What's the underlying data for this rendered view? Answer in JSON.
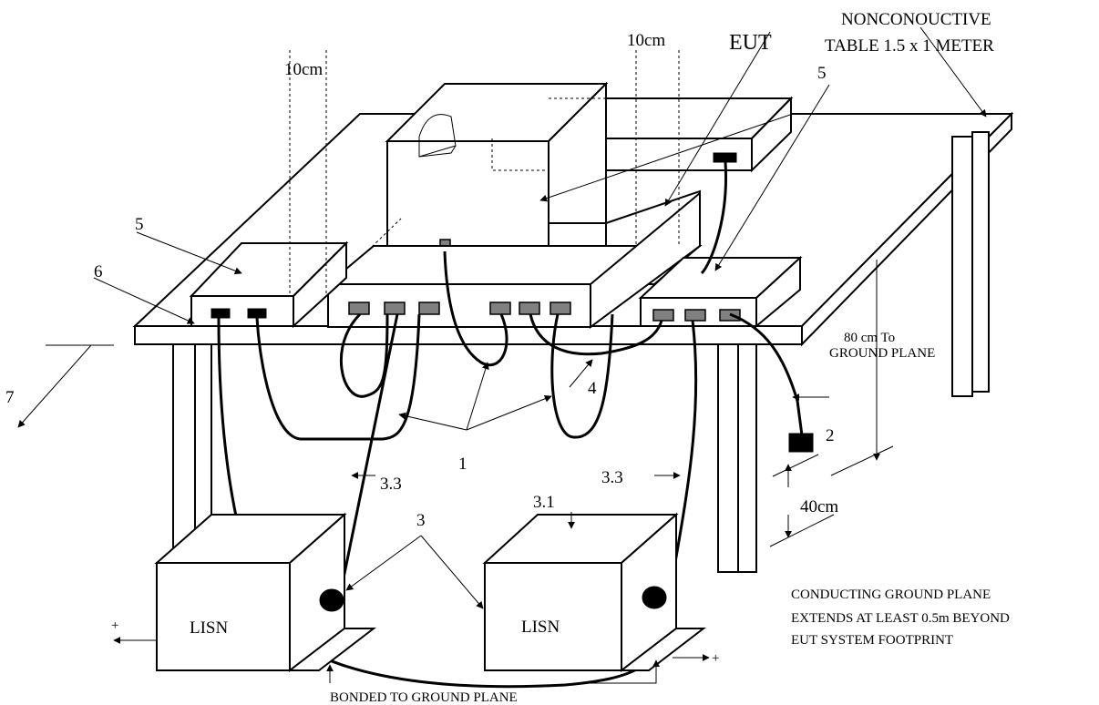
{
  "labels": {
    "table_line1": "NONCONOUCTIVE",
    "table_line2": "TABLE 1.5 x 1 METER",
    "eut": "EUT",
    "dist_10cm_left": "10cm",
    "dist_10cm_right": "10cm",
    "num_5_top": "5",
    "num_5_left": "5",
    "num_6": "6",
    "num_7": "7",
    "num_4": "4",
    "num_1": "1",
    "num_2": "2",
    "num_3": "3",
    "num_3_3_left": "3.3",
    "num_3_3_right": "3.3",
    "num_3_1": "3.1",
    "height_80_line1": "80 cm To",
    "height_80_line2": "GROUND PLANE",
    "dist_40cm": "40cm",
    "lisn_left": "LISN",
    "lisn_right": "LISN",
    "gp_line1": "CONDUCTING GROUND PLANE",
    "gp_line2": "EXTENDS AT LEAST 0.5m BEYOND",
    "gp_line3": "EUT SYSTEM FOOTPRINT",
    "bonded": "BONDED TO GROUND PLANE",
    "plus_left": "+",
    "plus_right": "+"
  }
}
